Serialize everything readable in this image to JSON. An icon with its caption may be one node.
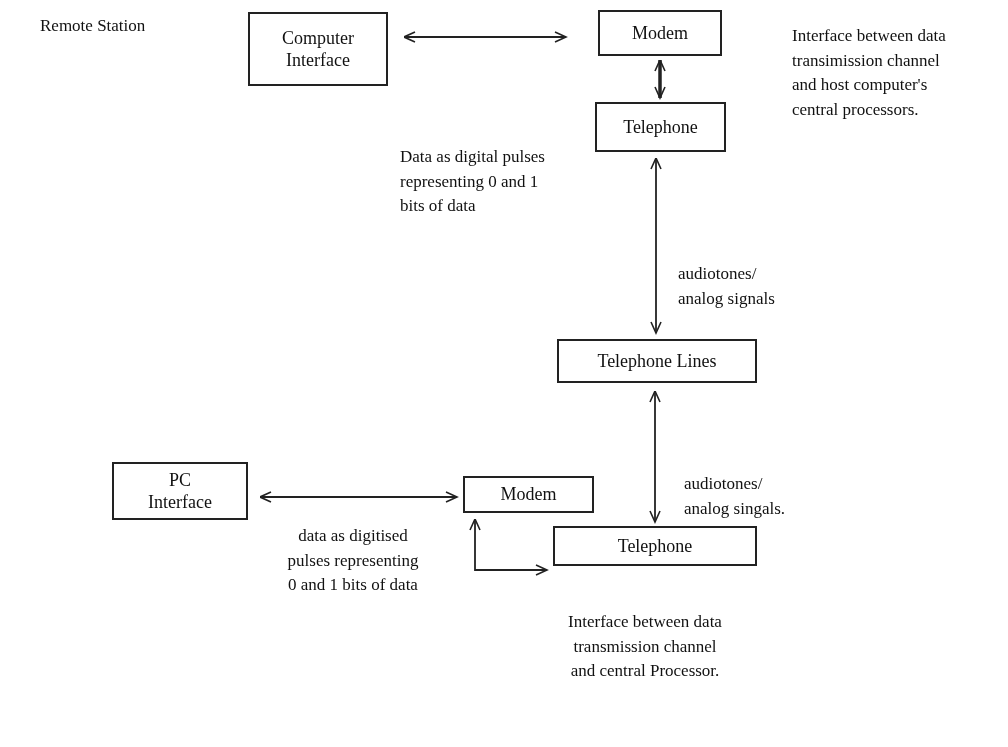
{
  "diagram": {
    "nodes": [
      {
        "text": [
          "Computer Interface"
        ]
      },
      {
        "text": [
          "Modem"
        ]
      },
      {
        "text": [
          "Telephone"
        ]
      },
      {
        "text": [
          "Telephone Lines"
        ]
      },
      {
        "text": [
          "PC Interface"
        ]
      },
      {
        "text": [
          "Modem"
        ]
      },
      {
        "text": [
          "Telephone"
        ]
      }
    ],
    "edges": [
      {
        "from": 0,
        "to": 1,
        "arrow": "both"
      },
      {
        "from": 1,
        "to": 2,
        "arrow": "both",
        "style": "thick"
      },
      {
        "from": 2,
        "to": 3,
        "arrow": "both",
        "label": "audiotones/ analog signals"
      },
      {
        "from": 3,
        "to": 6,
        "arrow": "both",
        "label": "audiotones/ analog singals."
      },
      {
        "from": 4,
        "to": 5,
        "arrow": "both"
      },
      {
        "from": 5,
        "to": 6,
        "arrow": "both"
      }
    ],
    "labels": [
      "Remote Station",
      "Data as digital pulses representing 0 and 1 bits of data",
      "Interface between data transimission channel and host computer's central processors.",
      "data as digitised pulses representing 0 and 1 bits of data",
      "Interface between data transmission channel and central Processor."
    ]
  }
}
